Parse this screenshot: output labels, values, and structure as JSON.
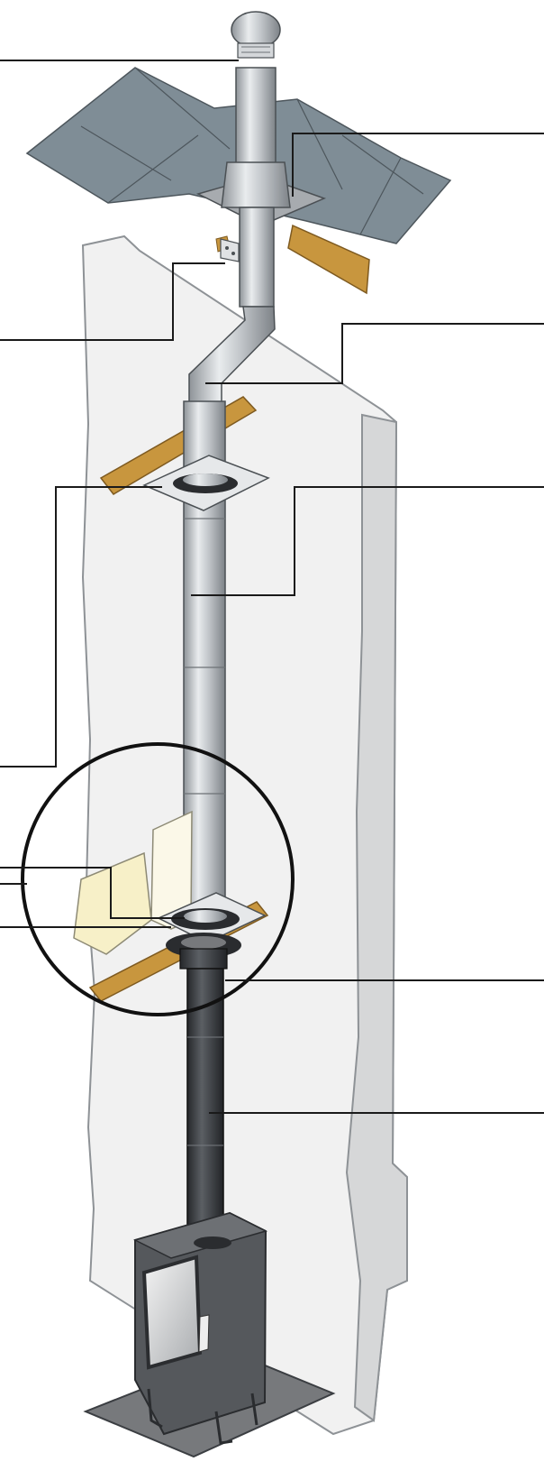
{
  "diagram": {
    "components": [
      {
        "id": "rain-cap",
        "leader_side": "left"
      },
      {
        "id": "storm-collar-and-roof-flashing",
        "leader_side": "right"
      },
      {
        "id": "wall-bracket",
        "leader_side": "left"
      },
      {
        "id": "offset-elbows",
        "leader_side": "right"
      },
      {
        "id": "ceiling-support-plate",
        "leader_side": "left"
      },
      {
        "id": "insulated-chimney-lengths",
        "leader_side": "right"
      },
      {
        "id": "loft-insulation-shield",
        "leader_side": "left"
      },
      {
        "id": "firestop-spacer",
        "leader_side": "left"
      },
      {
        "id": "ceiling-trim-collar",
        "leader_side": "left"
      },
      {
        "id": "starter-adaptor",
        "leader_side": "right"
      },
      {
        "id": "black-stove-pipe",
        "leader_side": "right"
      },
      {
        "id": "wood-burning-stove",
        "leader_side": "none"
      }
    ],
    "colors": {
      "roof_slate": "#7f8d96",
      "timber": "#c8963e",
      "wall": "#f1f1f1",
      "steel_flue": "#c7cacd",
      "stove_pipe": "#3a3d41",
      "stove_body": "#55585c",
      "hearth": "#77797c",
      "insulation": "#fbf8e8",
      "leader_line": "#1a1a1a"
    }
  }
}
